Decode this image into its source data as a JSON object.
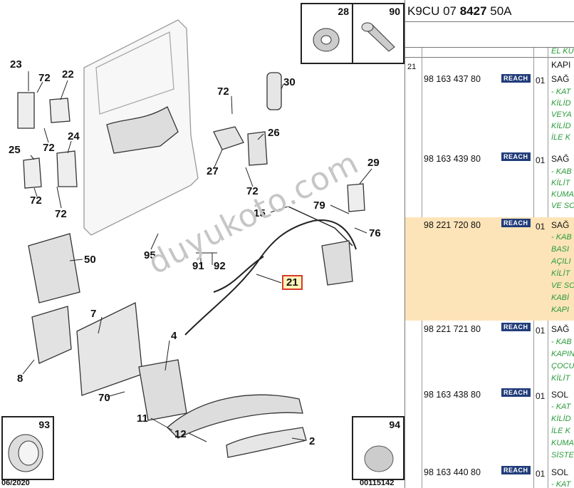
{
  "diagram": {
    "callouts": [
      {
        "id": "c23",
        "label": "23"
      },
      {
        "id": "c72a",
        "label": "72"
      },
      {
        "id": "c22",
        "label": "22"
      },
      {
        "id": "c72b",
        "label": "72"
      },
      {
        "id": "c24",
        "label": "24"
      },
      {
        "id": "c25",
        "label": "25"
      },
      {
        "id": "c72c",
        "label": "72"
      },
      {
        "id": "c72d",
        "label": "72"
      },
      {
        "id": "c72e",
        "label": "72"
      },
      {
        "id": "c30",
        "label": "30"
      },
      {
        "id": "c26",
        "label": "26"
      },
      {
        "id": "c27",
        "label": "27"
      },
      {
        "id": "c72f",
        "label": "72"
      },
      {
        "id": "c29",
        "label": "29"
      },
      {
        "id": "c15",
        "label": "15"
      },
      {
        "id": "c79",
        "label": "79"
      },
      {
        "id": "c76",
        "label": "76"
      },
      {
        "id": "c95",
        "label": "95"
      },
      {
        "id": "c91",
        "label": "91"
      },
      {
        "id": "c92",
        "label": "92"
      },
      {
        "id": "c21",
        "label": "21"
      },
      {
        "id": "c50",
        "label": "50"
      },
      {
        "id": "c7",
        "label": "7"
      },
      {
        "id": "c4",
        "label": "4"
      },
      {
        "id": "c8",
        "label": "8"
      },
      {
        "id": "c70",
        "label": "70"
      },
      {
        "id": "c11",
        "label": "11"
      },
      {
        "id": "c12",
        "label": "12"
      },
      {
        "id": "c2",
        "label": "2"
      }
    ],
    "insets": {
      "top_left": "28",
      "top_right": "90",
      "bottom_left": "93",
      "bottom_right": "94"
    },
    "date": "06/2020",
    "ref_code": "00115142",
    "watermark": "duyukoto.com"
  },
  "parts_table": {
    "header_prefix": "K9CU 07 ",
    "header_bold": "8427",
    "header_suffix": " 50A",
    "column_head": "EL KU",
    "group_ref": "21",
    "group_title": "KAPI",
    "rows": [
      {
        "pn": "98 163 437 80",
        "badge": "REACH",
        "qty": "01",
        "side": "SAĞ",
        "lines": [
          "- KAT",
          "KİLİD",
          "VEYA",
          "KİLİD",
          "İLE K"
        ]
      },
      {
        "pn": "98 163 439 80",
        "badge": "REACH",
        "qty": "01",
        "side": "SAĞ",
        "lines": [
          "- KAB",
          "KİLİT",
          "KUMA",
          "VE SO"
        ]
      },
      {
        "pn": "98 221 720 80",
        "badge": "REACH",
        "qty": "01",
        "side": "SAĞ",
        "lines": [
          "- KAB",
          "BASI",
          "AÇILI",
          "KİLİT",
          "VE SO",
          "KABİ",
          "KAPI"
        ]
      },
      {
        "pn": "98 221 721 80",
        "badge": "REACH",
        "qty": "01",
        "side": "SAĞ",
        "lines": [
          "- KAB",
          "KAPIN",
          "ÇOCU",
          "KİLİT"
        ]
      },
      {
        "pn": "98 163 438 80",
        "badge": "REACH",
        "qty": "01",
        "side": "SOL",
        "lines": [
          "- KAT",
          "KİLİD",
          "İLE K",
          "KUMA",
          "SİSTE"
        ]
      },
      {
        "pn": "98 163 440 80",
        "badge": "REACH",
        "qty": "01",
        "side": "SOL",
        "lines": [
          "- KAT"
        ]
      }
    ],
    "highlight_row": 2
  }
}
